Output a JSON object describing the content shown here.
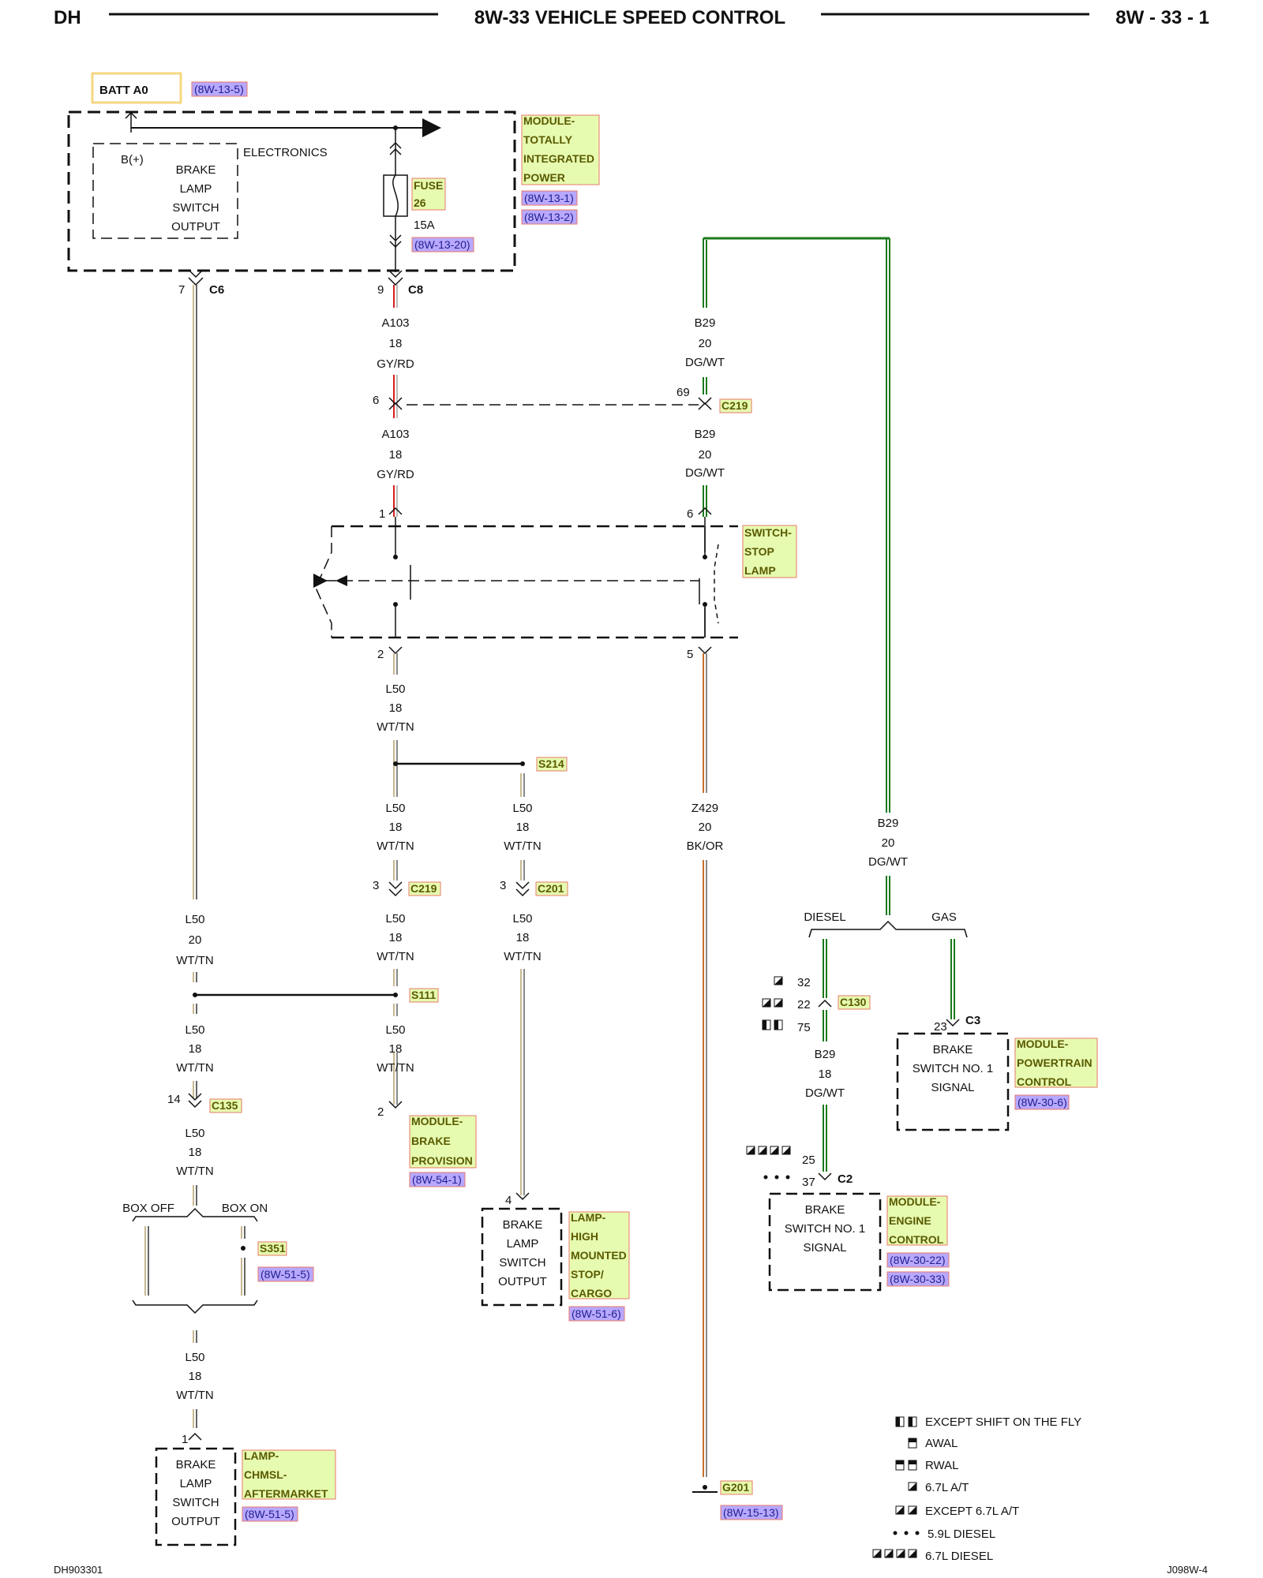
{
  "header": {
    "left": "DH",
    "title": "8W-33 VEHICLE SPEED CONTROL",
    "right": "8W - 33 - 1"
  },
  "footer": {
    "left": "DH903301",
    "right": "J098W-4"
  },
  "batt": {
    "label": "BATT A0",
    "ref": "(8W-13-5)"
  },
  "tipm": {
    "bplus": "B(+)",
    "electronics": "ELECTRONICS",
    "output_lines": [
      "BRAKE",
      "LAMP",
      "SWITCH",
      "OUTPUT"
    ],
    "fuse_label": [
      "FUSE",
      "26"
    ],
    "fuse_amp": "15A",
    "fuse_ref": "(8W-13-20)",
    "name": [
      "MODULE-",
      "TOTALLY",
      "INTEGRATED",
      "POWER"
    ],
    "refs": [
      "(8W-13-1)",
      "(8W-13-2)"
    ],
    "c6_pin": "7",
    "c6": "C6",
    "c8_pin": "9",
    "c8": "C8"
  },
  "wires": {
    "a103_top": [
      "A103",
      "18",
      "GY/RD"
    ],
    "a103_bot": [
      "A103",
      "18",
      "GY/RD"
    ],
    "b29_top": [
      "B29",
      "20",
      "DG/WT"
    ],
    "b29_mid": [
      "B29",
      "20",
      "DG/WT"
    ],
    "b29_right": [
      "B29",
      "20",
      "DG/WT"
    ],
    "b29_c130": [
      "B29",
      "18",
      "DG/WT"
    ],
    "l50_sw": [
      "L50",
      "18",
      "WT/TN"
    ],
    "l50_s214_left": [
      "L50",
      "18",
      "WT/TN"
    ],
    "l50_s214_right": [
      "L50",
      "18",
      "WT/TN"
    ],
    "l50_c219_below": [
      "L50",
      "18",
      "WT/TN"
    ],
    "l50_c201_below": [
      "L50",
      "18",
      "WT/TN"
    ],
    "l50_left_top": [
      "L50",
      "20",
      "WT/TN"
    ],
    "l50_left_mid": [
      "L50",
      "18",
      "WT/TN"
    ],
    "l50_s111_below": [
      "L50",
      "18",
      "WT/TN"
    ],
    "l50_c135_below": [
      "L50",
      "18",
      "WT/TN"
    ],
    "l50_bottom": [
      "L50",
      "18",
      "WT/TN"
    ],
    "z429": [
      "Z429",
      "20",
      "BK/OR"
    ]
  },
  "connectors": {
    "c219_top": {
      "pin_a": "6",
      "pin_b": "69",
      "label": "C219"
    },
    "c219_low": {
      "pin": "3",
      "label": "C219"
    },
    "c201": {
      "pin": "3",
      "label": "C201"
    },
    "c135": {
      "pin": "14",
      "label": "C135"
    },
    "c130": {
      "pins": [
        "32",
        "22",
        "75"
      ],
      "label": "C130"
    },
    "c3": {
      "pin": "23",
      "label": "C3"
    },
    "c2": {
      "pins": [
        "25",
        "37"
      ],
      "label": "C2"
    },
    "sw_pin1": "1",
    "sw_pin6": "6",
    "sw_pin2": "2",
    "sw_pin5": "5",
    "mbp_pin": "2",
    "lhm_pin": "4",
    "chm_pin": "1"
  },
  "splices": {
    "s214": "S214",
    "s111": "S111",
    "s351": "S351",
    "s351_ref": "(8W-51-5)",
    "g201": "G201",
    "g201_ref": "(8W-15-13)"
  },
  "switch_stop": {
    "name": [
      "SWITCH-",
      "STOP",
      "LAMP"
    ]
  },
  "diesel_gas": {
    "diesel": "DIESEL",
    "gas": "GAS"
  },
  "box": {
    "off": "BOX OFF",
    "on": "BOX ON"
  },
  "modules": {
    "brake_provision": {
      "name": [
        "MODULE-",
        "BRAKE",
        "PROVISION"
      ],
      "ref": "(8W-54-1)"
    },
    "lamp_hm": {
      "lines": [
        "BRAKE",
        "LAMP",
        "SWITCH",
        "OUTPUT"
      ],
      "name": [
        "LAMP-",
        "HIGH",
        "MOUNTED",
        "STOP/",
        "CARGO"
      ],
      "ref": "(8W-51-6)"
    },
    "pcm": {
      "lines": [
        "BRAKE",
        "SWITCH NO. 1",
        "SIGNAL"
      ],
      "name": [
        "MODULE-",
        "POWERTRAIN",
        "CONTROL"
      ],
      "ref": "(8W-30-6)"
    },
    "ecm": {
      "lines": [
        "BRAKE",
        "SWITCH NO. 1",
        "SIGNAL"
      ],
      "name": [
        "MODULE-",
        "ENGINE",
        "CONTROL"
      ],
      "refs": [
        "(8W-30-22)",
        "(8W-30-33)"
      ]
    },
    "chmsl": {
      "lines": [
        "BRAKE",
        "LAMP",
        "SWITCH",
        "OUTPUT"
      ],
      "name": [
        "LAMP-",
        "CHMSL-",
        "AFTERMARKET"
      ],
      "ref": "(8W-51-5)"
    }
  },
  "legend": [
    {
      "icon": "except-shift-icon",
      "text": "EXCEPT SHIFT ON THE FLY"
    },
    {
      "icon": "awal-icon",
      "text": "AWAL"
    },
    {
      "icon": "rwal-icon",
      "text": "RWAL"
    },
    {
      "icon": "67at-icon",
      "text": "6.7L A/T"
    },
    {
      "icon": "except-67at-icon",
      "text": "EXCEPT 6.7L A/T"
    },
    {
      "icon": "59diesel-icon",
      "text": "5.9L DIESEL"
    },
    {
      "icon": "67diesel-icon",
      "text": "6.7L DIESEL"
    }
  ],
  "colors": {
    "green": "#1a7a1a",
    "red": "#d62020",
    "tan": "#c8b890",
    "orange": "#c8702a",
    "label_fill": "#e6fbb0",
    "label_border": "#e87a6a",
    "ref_fill": "#b8a8ff"
  }
}
